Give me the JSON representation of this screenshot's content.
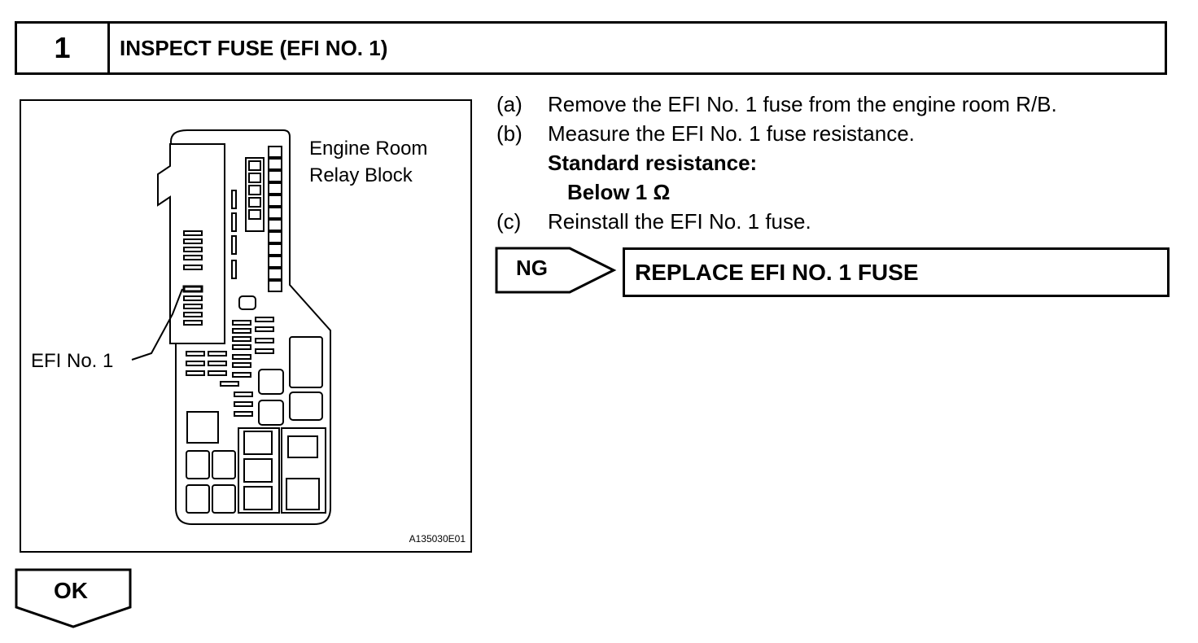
{
  "step": {
    "number": "1",
    "title": "INSPECT FUSE (EFI NO. 1)"
  },
  "illustration": {
    "block_label_line1": "Engine Room",
    "block_label_line2": "Relay Block",
    "fuse_label": "EFI No. 1",
    "figure_code": "A135030E01"
  },
  "instructions": [
    {
      "tag": "(a)",
      "text": "Remove the EFI No. 1 fuse from the engine room R/B."
    },
    {
      "tag": "(b)",
      "text": "Measure the EFI No. 1 fuse resistance."
    },
    {
      "tag": "(c)",
      "text": "Reinstall the EFI No. 1 fuse."
    }
  ],
  "standard": {
    "label": "Standard resistance:",
    "value": "Below 1 Ω"
  },
  "ng": {
    "label": "NG",
    "action": "REPLACE EFI NO. 1 FUSE"
  },
  "ok": {
    "label": "OK"
  }
}
